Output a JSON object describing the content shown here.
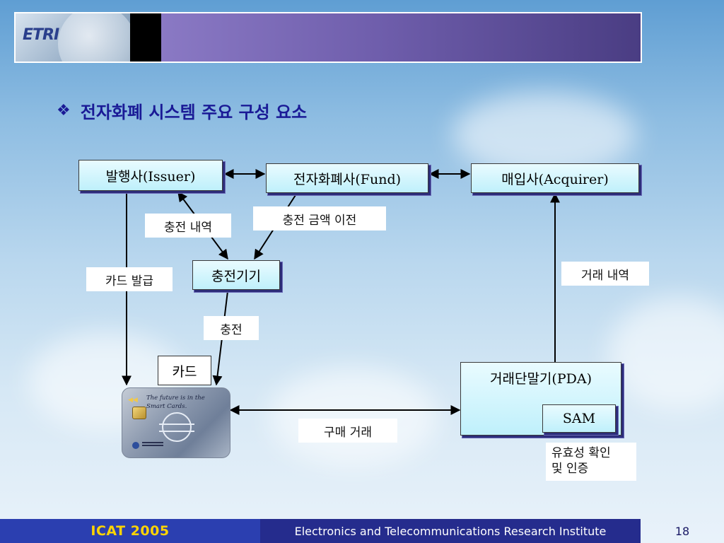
{
  "slide": {
    "heading": "전자화폐 시스템 주요 구성 요소",
    "heading_bullet_icon": "diamond-bullet-icon",
    "page_number": "18"
  },
  "header_banner": {
    "logo_text": "ETRI"
  },
  "nodes": {
    "issuer": "발행사(Issuer)",
    "fund": "전자화폐사(Fund)",
    "acquirer": "매입사(Acquirer)",
    "charger": "충전기기",
    "card": "카드",
    "pda": "거래단말기(PDA)",
    "sam": "SAM"
  },
  "edge_labels": {
    "charge_history": "충전 내역",
    "charge_amount_transfer": "충전 금액 이전",
    "card_issue": "카드 발급",
    "charge": "충전",
    "transaction_history": "거래 내역",
    "purchase_transaction": "구매 거래",
    "validity_line1": "유효성 확인",
    "validity_line2": "및 인증"
  },
  "smart_card": {
    "slogan": "The future is in the Smart Cards."
  },
  "footer": {
    "conference": "ICAT 2005",
    "institute": "Electronics and Telecommunications Research Institute"
  },
  "colors": {
    "heading": "#1a1a96",
    "node_fill_top": "#e9fbff",
    "node_fill_bottom": "#bff0fb",
    "footer_left": "#2b3fb0",
    "footer_mid": "#252c8d",
    "footer_conference_text": "#ffd400"
  }
}
